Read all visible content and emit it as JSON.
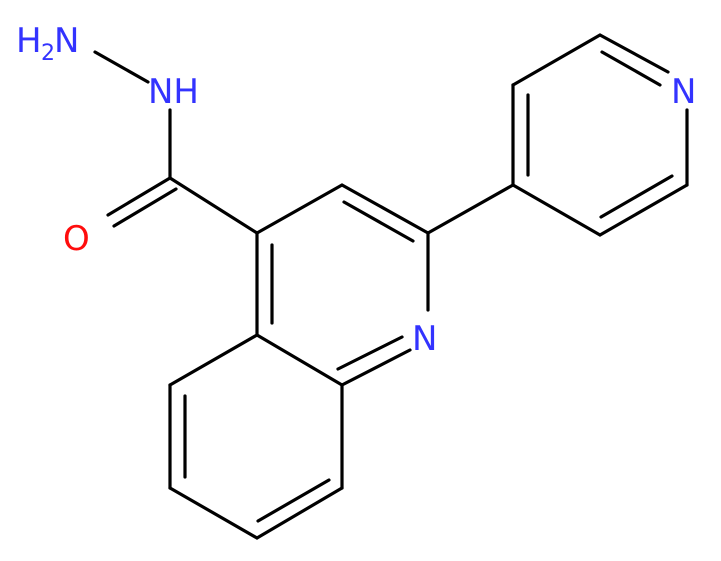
{
  "atom_labels": {
    "hydrazine_n": "H",
    "hydrazine_n_count": "2",
    "hydrazine_n_symbol": "N",
    "amide_n": "NH",
    "carbonyl_o": "O",
    "quinoline_n": "N",
    "pyridine_n": "N"
  },
  "colors": {
    "bond": "#000000",
    "nitrogen": "#3333ff",
    "oxygen": "#ff0d0d"
  }
}
